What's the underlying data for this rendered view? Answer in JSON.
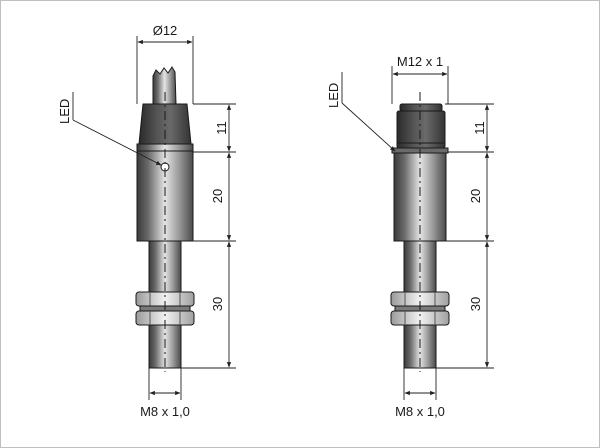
{
  "left_sensor": {
    "top_dimension": "Ø12",
    "led_label": "LED",
    "section_dims": [
      "11",
      "20",
      "30"
    ],
    "bottom_dimension": "M8 x 1,0"
  },
  "right_sensor": {
    "top_dimension": "M12 x 1",
    "led_label": "LED",
    "section_dims": [
      "11",
      "20",
      "30"
    ],
    "bottom_dimension": "M8 x 1,0"
  },
  "colors": {
    "body_dark": "#3c3c3c",
    "body_light": "#e6e6e6",
    "outline": "#1a1a1a",
    "dimension_line": "#222222"
  }
}
